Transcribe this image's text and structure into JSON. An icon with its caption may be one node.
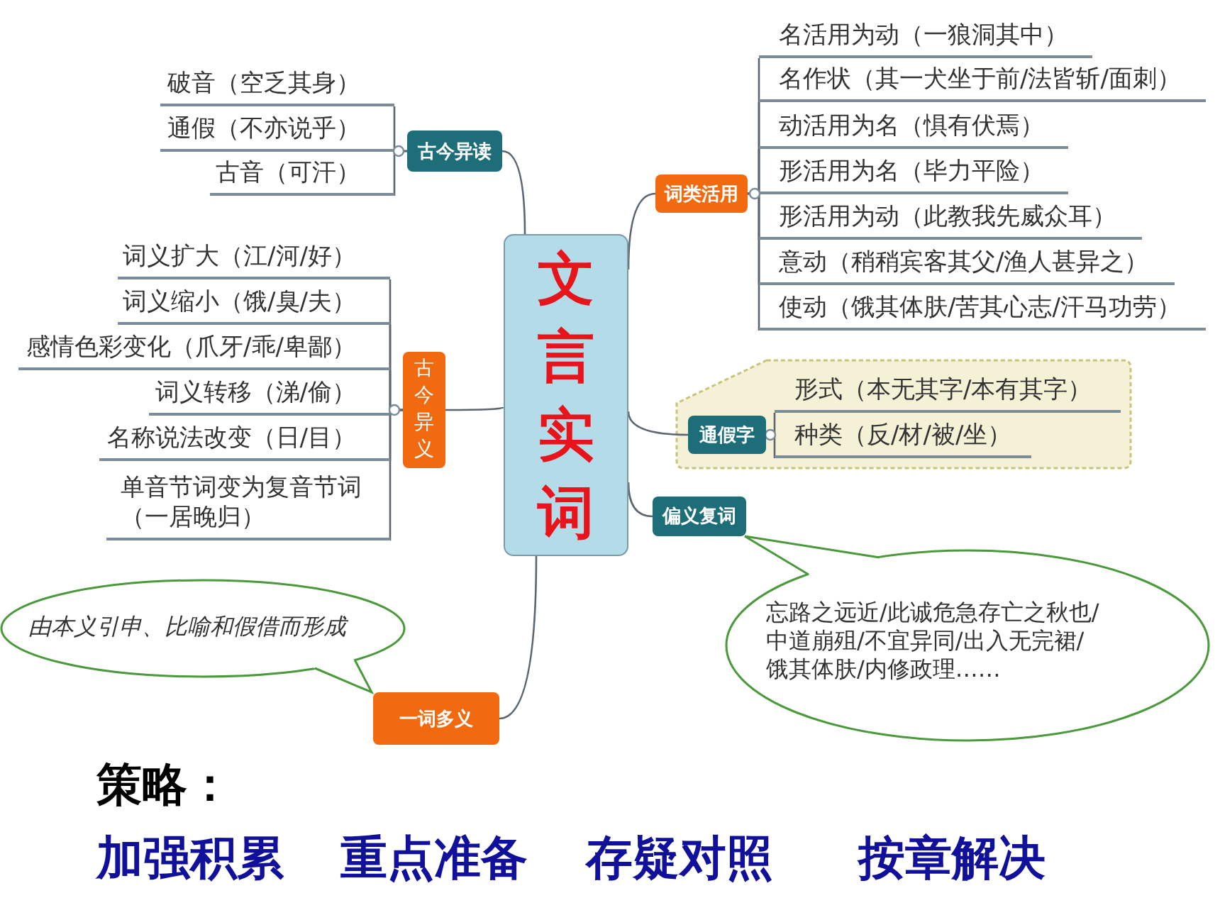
{
  "diagram": {
    "nodes": [
      {
        "text": [
          "文言实词"
        ]
      },
      {
        "text": [
          "古今异读"
        ]
      },
      {
        "text": [
          "破音（空乏其身）"
        ]
      },
      {
        "text": [
          "通假（不亦说乎）"
        ]
      },
      {
        "text": [
          "古音（可汗）"
        ]
      },
      {
        "text": [
          "古今异义"
        ]
      },
      {
        "text": [
          "词义扩大（江/河/好）"
        ]
      },
      {
        "text": [
          "词义缩小（饿/臭/夫）"
        ]
      },
      {
        "text": [
          "感情色彩变化（爪牙/乖/卑鄙）"
        ]
      },
      {
        "text": [
          "词义转移（涕/偷）"
        ]
      },
      {
        "text": [
          "名称说法改变（日/目）"
        ]
      },
      {
        "text": [
          "单音节词变为复音节词（一居晚归）"
        ]
      },
      {
        "text": [
          "词类活用"
        ]
      },
      {
        "text": [
          "名活用为动（一狼洞其中）"
        ]
      },
      {
        "text": [
          "名作状（其一犬坐于前/法皆斩/面刺）"
        ]
      },
      {
        "text": [
          "动活用为名（惧有伏焉）"
        ]
      },
      {
        "text": [
          "形活用为名（毕力平险）"
        ]
      },
      {
        "text": [
          "形活用为动（此教我先威众耳）"
        ]
      },
      {
        "text": [
          "意动（稍稍宾客其父/渔人甚异之）"
        ]
      },
      {
        "text": [
          "使动（饿其体肤/苦其心志/汗马功劳）"
        ]
      },
      {
        "text": [],
        "shape": "box"
      },
      {
        "text": [
          "通假字"
        ],
        "in": 20
      },
      {
        "text": [
          "形式（本无其字/本有其字）"
        ],
        "in": 20
      },
      {
        "text": [
          "种类（反/材/被/坐）"
        ],
        "in": 20
      },
      {
        "text": [
          "偏义复词"
        ]
      },
      {
        "text": [
          "忘路之远近/此诚危急存亡之秋也/中道崩殂/不宜异同/出入无完裙/饿其体肤/内修政理……"
        ]
      },
      {
        "text": [
          "一词多义"
        ]
      },
      {
        "text": [
          "由本义引申、比喻和假借而形成"
        ]
      }
    ],
    "edges": [
      {
        "from": 0,
        "to": 1,
        "arrow": "none"
      },
      {
        "from": 1,
        "to": 2,
        "arrow": "none"
      },
      {
        "from": 1,
        "to": 3,
        "arrow": "none"
      },
      {
        "from": 1,
        "to": 4,
        "arrow": "none"
      },
      {
        "from": 0,
        "to": 5,
        "arrow": "none"
      },
      {
        "from": 5,
        "to": 6,
        "arrow": "none"
      },
      {
        "from": 5,
        "to": 7,
        "arrow": "none"
      },
      {
        "from": 5,
        "to": 8,
        "arrow": "none"
      },
      {
        "from": 5,
        "to": 9,
        "arrow": "none"
      },
      {
        "from": 5,
        "to": 10,
        "arrow": "none"
      },
      {
        "from": 5,
        "to": 11,
        "arrow": "none"
      },
      {
        "from": 0,
        "to": 12,
        "arrow": "none"
      },
      {
        "from": 12,
        "to": 13,
        "arrow": "none"
      },
      {
        "from": 12,
        "to": 14,
        "arrow": "none"
      },
      {
        "from": 12,
        "to": 15,
        "arrow": "none"
      },
      {
        "from": 12,
        "to": 16,
        "arrow": "none"
      },
      {
        "from": 12,
        "to": 17,
        "arrow": "none"
      },
      {
        "from": 12,
        "to": 18,
        "arrow": "none"
      },
      {
        "from": 12,
        "to": 19,
        "arrow": "none"
      },
      {
        "from": 0,
        "to": 21,
        "arrow": "none"
      },
      {
        "from": 21,
        "to": 22,
        "arrow": "none"
      },
      {
        "from": 21,
        "to": 23,
        "arrow": "none"
      },
      {
        "from": 0,
        "to": 24,
        "arrow": "none"
      },
      {
        "from": 0,
        "to": 26,
        "arrow": "none"
      }
    ],
    "labels": [
      "策略：",
      "加强积累",
      "重点准备",
      "存疑对照",
      "按章解决"
    ]
  }
}
